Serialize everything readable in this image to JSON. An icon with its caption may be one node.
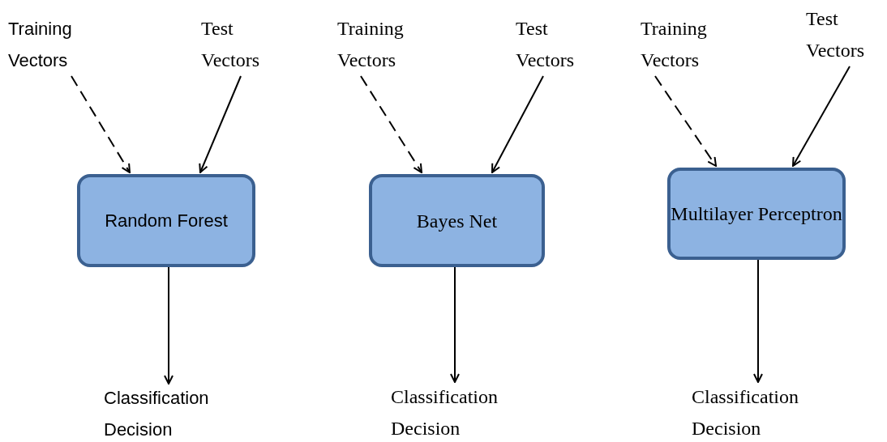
{
  "diagram": {
    "nodes": [
      {
        "text": [
          "Training Vectors"
        ]
      },
      {
        "text": [
          "Test Vectors"
        ]
      },
      {
        "text": [
          "Random Forest"
        ]
      },
      {
        "text": [
          "Classification Decision"
        ]
      },
      {
        "text": [
          "Training Vectors"
        ]
      },
      {
        "text": [
          "Test Vectors"
        ]
      },
      {
        "text": [
          "Bayes Net"
        ]
      },
      {
        "text": [
          "Classification Decision"
        ]
      },
      {
        "text": [
          "Training Vectors"
        ]
      },
      {
        "text": [
          "Test Vectors"
        ]
      },
      {
        "text": [
          "Multilayer Perceptron"
        ]
      },
      {
        "text": [
          "Classification Decision"
        ]
      }
    ],
    "edges": [
      {
        "from": 0,
        "to": 2,
        "arrow": "to",
        "style": "dashed"
      },
      {
        "from": 1,
        "to": 2,
        "arrow": "to"
      },
      {
        "from": 2,
        "to": 3,
        "arrow": "to"
      },
      {
        "from": 4,
        "to": 6,
        "arrow": "to",
        "style": "dashed"
      },
      {
        "from": 5,
        "to": 6,
        "arrow": "to"
      },
      {
        "from": 6,
        "to": 7,
        "arrow": "to"
      },
      {
        "from": 8,
        "to": 10,
        "arrow": "to",
        "style": "dashed"
      },
      {
        "from": 9,
        "to": 10,
        "arrow": "to"
      },
      {
        "from": 10,
        "to": 11,
        "arrow": "to"
      }
    ]
  }
}
